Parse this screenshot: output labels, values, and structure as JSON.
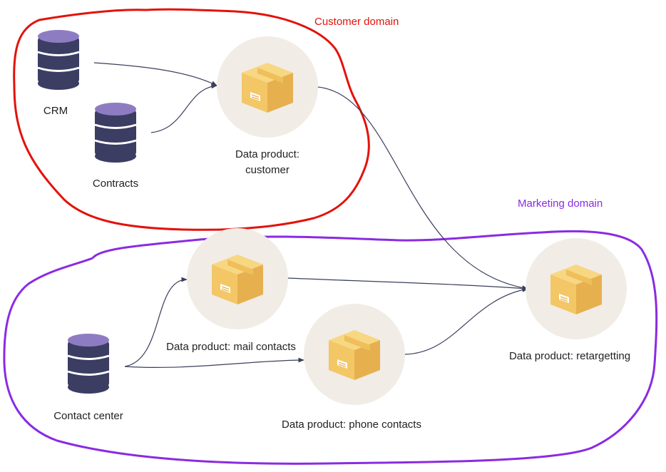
{
  "colors": {
    "customer_domain": "#e3120b",
    "marketing_domain": "#8a2be2",
    "edge": "#3a3f5c",
    "node_circle": "#f1ece6",
    "box_front": "#f3c766",
    "box_side": "#e6b04f",
    "box_top": "#f8d783",
    "db_body": "#3b3d63",
    "db_band": "#ffffff",
    "db_top": "#8e7cc3"
  },
  "domains": {
    "customer": {
      "label": "Customer domain"
    },
    "marketing": {
      "label": "Marketing domain"
    }
  },
  "databases": [
    {
      "id": "crm",
      "label": "CRM",
      "icon": "database-icon"
    },
    {
      "id": "contracts",
      "label": "Contracts",
      "icon": "database-icon"
    },
    {
      "id": "contact-center",
      "label": "Contact center",
      "icon": "database-icon"
    }
  ],
  "products": [
    {
      "id": "customer",
      "label_line1": "Data product:",
      "label_line2": "customer",
      "icon": "package-box-icon"
    },
    {
      "id": "mail",
      "label": "Data product: mail contacts",
      "icon": "package-box-icon"
    },
    {
      "id": "phone",
      "label": "Data product: phone contacts",
      "icon": "package-box-icon"
    },
    {
      "id": "retargetting",
      "label": "Data product: retargetting",
      "icon": "package-box-icon"
    }
  ],
  "edges": [
    {
      "from": "CRM",
      "to": "Data product: customer"
    },
    {
      "from": "Contracts",
      "to": "Data product: customer"
    },
    {
      "from": "Data product: customer",
      "to": "Data product: retargetting"
    },
    {
      "from": "Contact center",
      "to": "Data product: mail contacts"
    },
    {
      "from": "Contact center",
      "to": "Data product: phone contacts"
    },
    {
      "from": "Data product: mail contacts",
      "to": "Data product: retargetting"
    },
    {
      "from": "Data product: phone contacts",
      "to": "Data product: retargetting"
    }
  ]
}
